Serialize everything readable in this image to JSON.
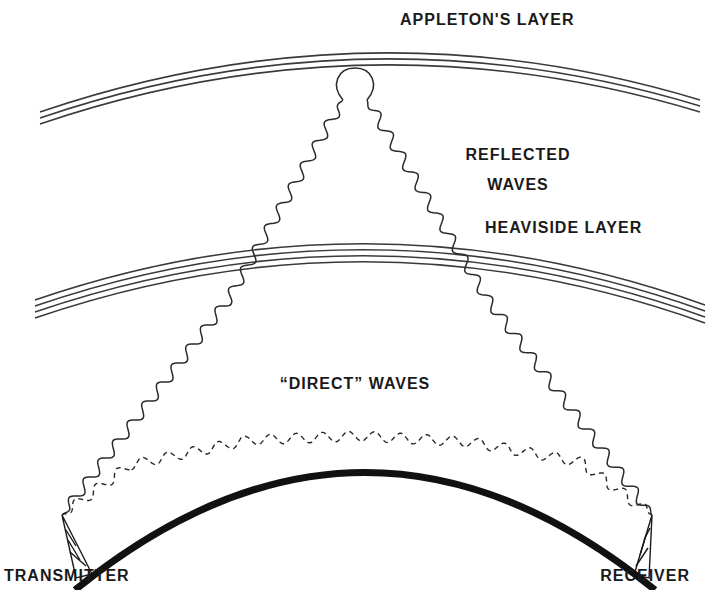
{
  "diagram": {
    "labels": [
      "APPLETON'S LAYER",
      "REFLECTED WAVES",
      "HEAVISIDE LAYER",
      "“DIRECT” WAVES",
      "TRANSMITTER",
      "RECEIVER"
    ]
  }
}
